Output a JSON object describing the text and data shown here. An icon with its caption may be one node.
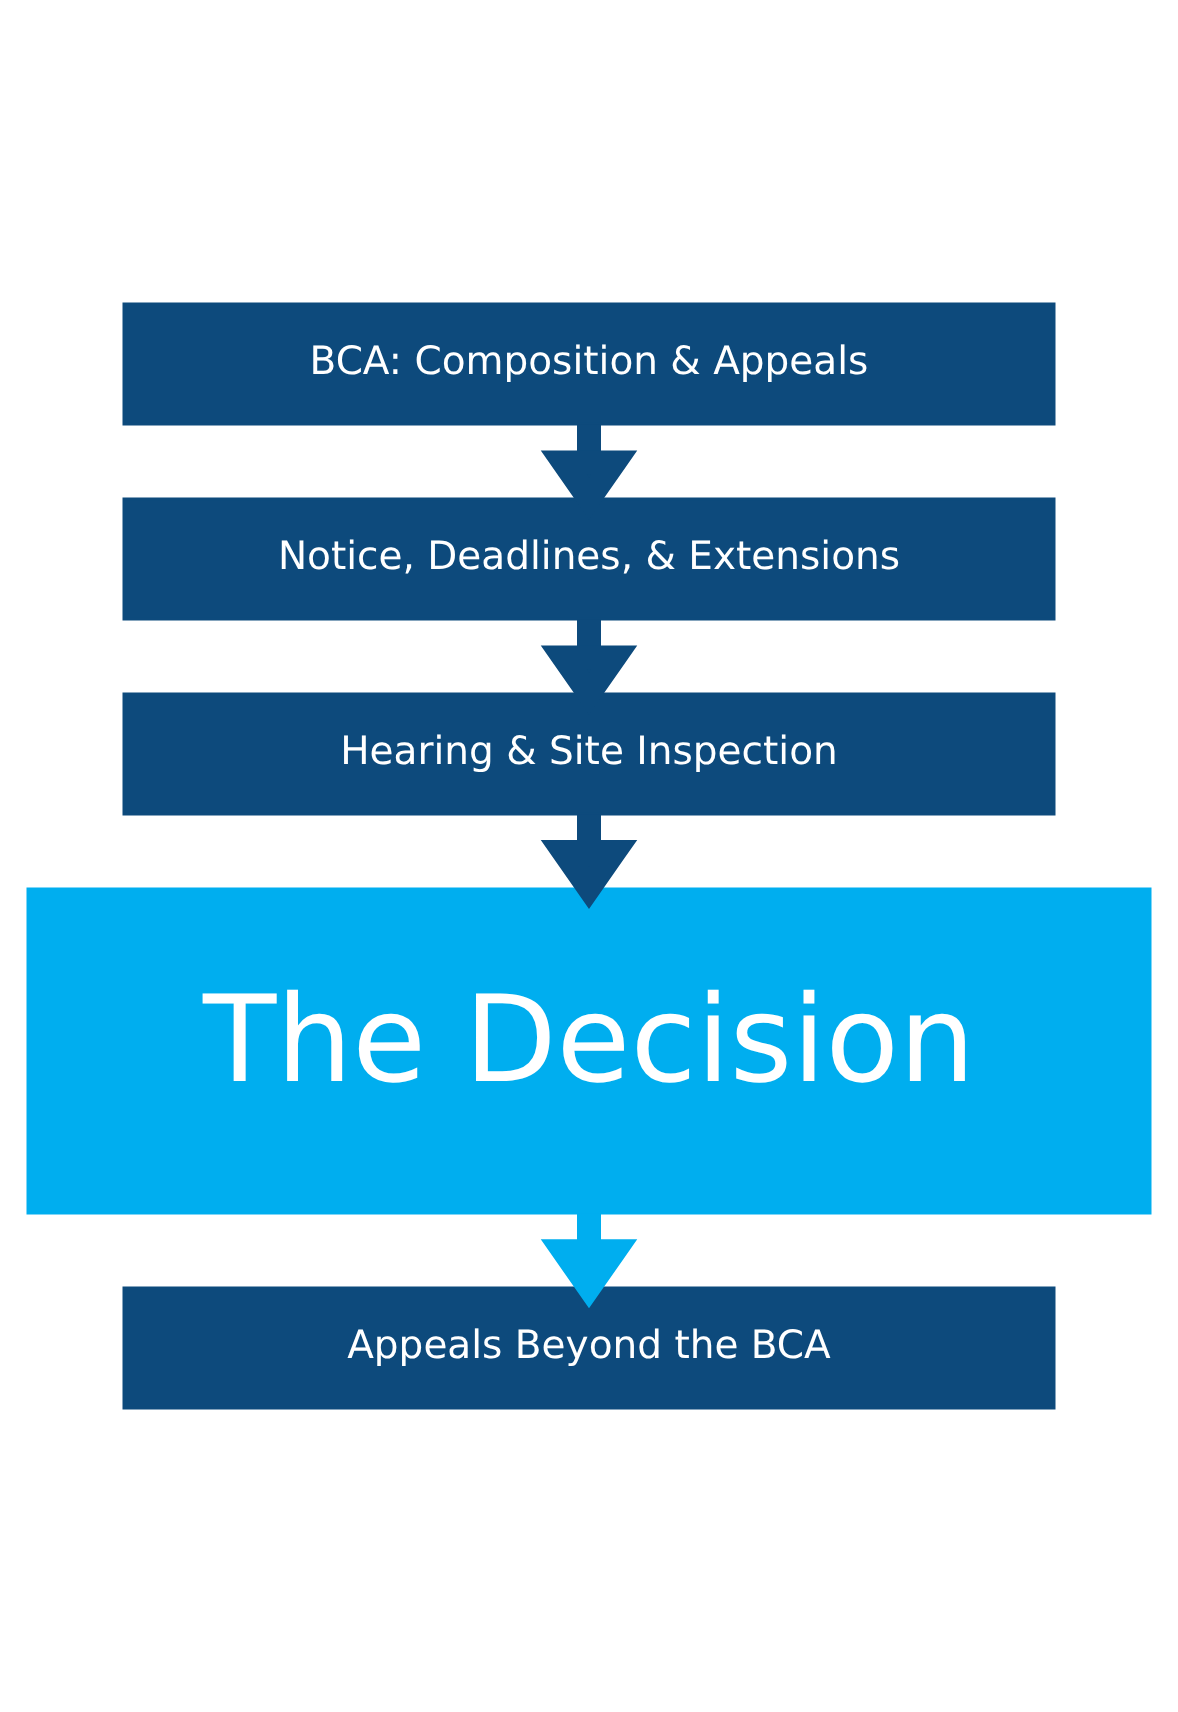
{
  "diagram": {
    "nodes": [
      {
        "text": [
          "BCA: Composition & Appeals"
        ]
      },
      {
        "text": [
          "Notice, Deadlines, & Extensions"
        ]
      },
      {
        "text": [
          "Hearing & Site Inspection"
        ]
      },
      {
        "text": [
          "The Decision"
        ]
      },
      {
        "text": [
          "Appeals Beyond the BCA"
        ]
      }
    ],
    "edges": [
      {
        "from": 0,
        "to": 1,
        "arrow": "to"
      },
      {
        "from": 1,
        "to": 2,
        "arrow": "to"
      },
      {
        "from": 2,
        "to": 3,
        "arrow": "to"
      },
      {
        "from": 3,
        "to": 4,
        "arrow": "to",
        "color": "#00aeef"
      }
    ]
  }
}
